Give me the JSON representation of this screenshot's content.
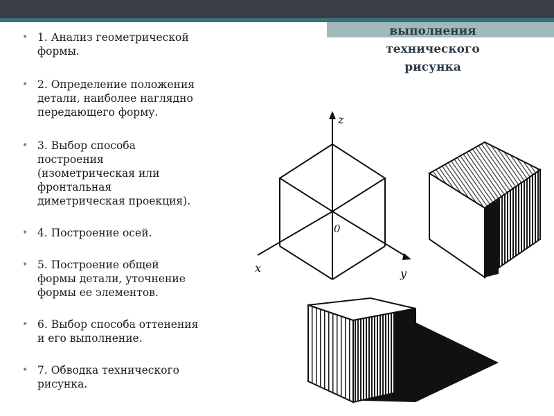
{
  "slide": {
    "title_lines": [
      "выполнения",
      "технического",
      "рисунка"
    ],
    "steps": [
      {
        "text_lines": [
          "1. Анализ геометрической",
          "формы."
        ]
      },
      {
        "text_lines": [
          "2. Определение положения",
          "детали, наиболее наглядно",
          "передающего форму."
        ]
      },
      {
        "text_lines": [
          "3. Выбор способа",
          "построения",
          "(изометрическая или",
          "фронтальная",
          "диметрическая проекция)."
        ]
      },
      {
        "text_lines": [
          "4. Построение осей."
        ]
      },
      {
        "text_lines": [
          "5. Построение общей",
          "формы детали, уточнение",
          "формы ее элементов."
        ]
      },
      {
        "text_lines": [
          "6. Выбор способа оттенения",
          "и его выполнение."
        ]
      },
      {
        "text_lines": [
          "7. Обводка технического",
          "рисунка."
        ]
      }
    ],
    "figure": {
      "axis_labels": {
        "z": "z",
        "x": "x",
        "y": "y",
        "origin": "0"
      }
    },
    "colors": {
      "top_bar": "#3a3f47",
      "accent": "#3d6f78",
      "title_box": "#9fb9bd",
      "bullet": "#4c8e9b"
    }
  }
}
